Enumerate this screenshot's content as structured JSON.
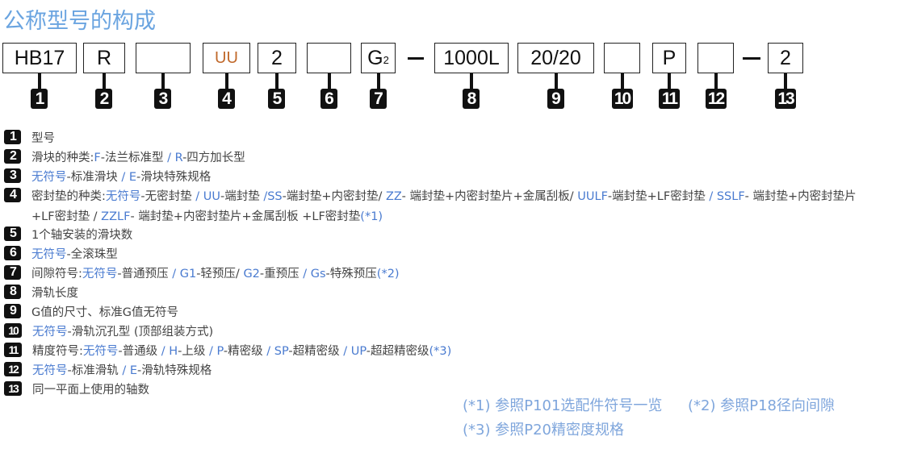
{
  "title": "公称型号的构成",
  "boxes": [
    {
      "text": "HB17",
      "badge": "1"
    },
    {
      "text": "R",
      "badge": "2"
    },
    {
      "text": "",
      "badge": "3"
    },
    {
      "text": "UU",
      "badge": "4"
    },
    {
      "text": "2",
      "badge": "5"
    },
    {
      "text": "",
      "badge": "6"
    },
    {
      "text": "G",
      "sub": "2",
      "badge": "7"
    },
    {
      "text": "1000L",
      "badge": "8"
    },
    {
      "text": "20/20",
      "badge": "9"
    },
    {
      "text": "",
      "badge": "10"
    },
    {
      "text": "P",
      "badge": "11"
    },
    {
      "text": "",
      "badge": "12"
    },
    {
      "text": "2",
      "badge": "13"
    }
  ],
  "legend": [
    {
      "num": "1",
      "segs": [
        [
          "型号",
          0
        ]
      ]
    },
    {
      "num": "2",
      "segs": [
        [
          "滑块的种类:",
          0
        ],
        [
          "F",
          1
        ],
        [
          "-法兰标准型 ",
          0
        ],
        [
          "/ R",
          1
        ],
        [
          "-四方加长型",
          0
        ]
      ]
    },
    {
      "num": "3",
      "segs": [
        [
          "无符号",
          1
        ],
        [
          "-标准滑块 ",
          0
        ],
        [
          "/ E",
          1
        ],
        [
          "-滑块特殊规格",
          0
        ]
      ]
    },
    {
      "num": "4",
      "segs": [
        [
          "密封垫的种类:",
          0
        ],
        [
          "无符号",
          1
        ],
        [
          "-无密封垫 ",
          0
        ],
        [
          "/ UU",
          1
        ],
        [
          "-端封垫 ",
          0
        ],
        [
          "/SS",
          1
        ],
        [
          "-端封垫+内密封垫/ ",
          0
        ],
        [
          "ZZ",
          1
        ],
        [
          "- 端封垫+内密封垫片+金属刮板/ ",
          0
        ],
        [
          "UULF",
          1
        ],
        [
          "-端封垫+LF密封垫 ",
          0
        ],
        [
          "/ SSLF",
          1
        ],
        [
          "- 端封垫+内密封垫片",
          0
        ]
      ],
      "cont": [
        [
          "+LF密封垫 / ",
          0
        ],
        [
          "ZZLF",
          1
        ],
        [
          "- 端封垫+内密封垫片+金属刮板 +LF密封垫",
          0
        ],
        [
          "(*1)",
          1
        ]
      ]
    },
    {
      "num": "5",
      "segs": [
        [
          "1个轴安装的滑块数",
          0
        ]
      ]
    },
    {
      "num": "6",
      "segs": [
        [
          "无符号",
          1
        ],
        [
          "-全滚珠型",
          0
        ]
      ]
    },
    {
      "num": "7",
      "segs": [
        [
          "间隙符号:",
          0
        ],
        [
          "无符号",
          1
        ],
        [
          "-普通预压 ",
          0
        ],
        [
          "/ G1",
          1
        ],
        [
          "-轻预压/ ",
          0
        ],
        [
          "G2",
          1
        ],
        [
          "-重预压 ",
          0
        ],
        [
          "/ Gs",
          1
        ],
        [
          "-特殊预压",
          0
        ],
        [
          "(*2)",
          1
        ]
      ]
    },
    {
      "num": "8",
      "segs": [
        [
          "滑轨长度",
          0
        ]
      ]
    },
    {
      "num": "9",
      "segs": [
        [
          "G值的尺寸、标准G值无符号",
          0
        ]
      ]
    },
    {
      "num": "10",
      "segs": [
        [
          "无符号",
          1
        ],
        [
          "-滑轨沉孔型 (顶部组装方式)",
          0
        ]
      ]
    },
    {
      "num": "11",
      "segs": [
        [
          "精度符号:",
          0
        ],
        [
          "无符号",
          1
        ],
        [
          "-普通级 ",
          0
        ],
        [
          "/ H",
          1
        ],
        [
          "-上级 ",
          0
        ],
        [
          "/ P",
          1
        ],
        [
          "-精密级 ",
          0
        ],
        [
          "/ SP",
          1
        ],
        [
          "-超精密级 ",
          0
        ],
        [
          "/ UP",
          1
        ],
        [
          "-超超精密级",
          0
        ],
        [
          "(*3)",
          1
        ]
      ]
    },
    {
      "num": "12",
      "segs": [
        [
          "无符号",
          1
        ],
        [
          "-标准滑轨 ",
          0
        ],
        [
          "/ E",
          1
        ],
        [
          "-滑轨特殊规格",
          0
        ]
      ]
    },
    {
      "num": "13",
      "segs": [
        [
          "同一平面上使用的轴数",
          0
        ]
      ]
    }
  ],
  "notes": [
    "(*1) 参照P101选配件符号一览",
    "(*2) 参照P18径向间隙",
    "(*3) 参照P20精密度规格"
  ],
  "colors": {
    "text": "#444444",
    "accent": "#4a7bd0",
    "title": "#6aa4e0"
  }
}
